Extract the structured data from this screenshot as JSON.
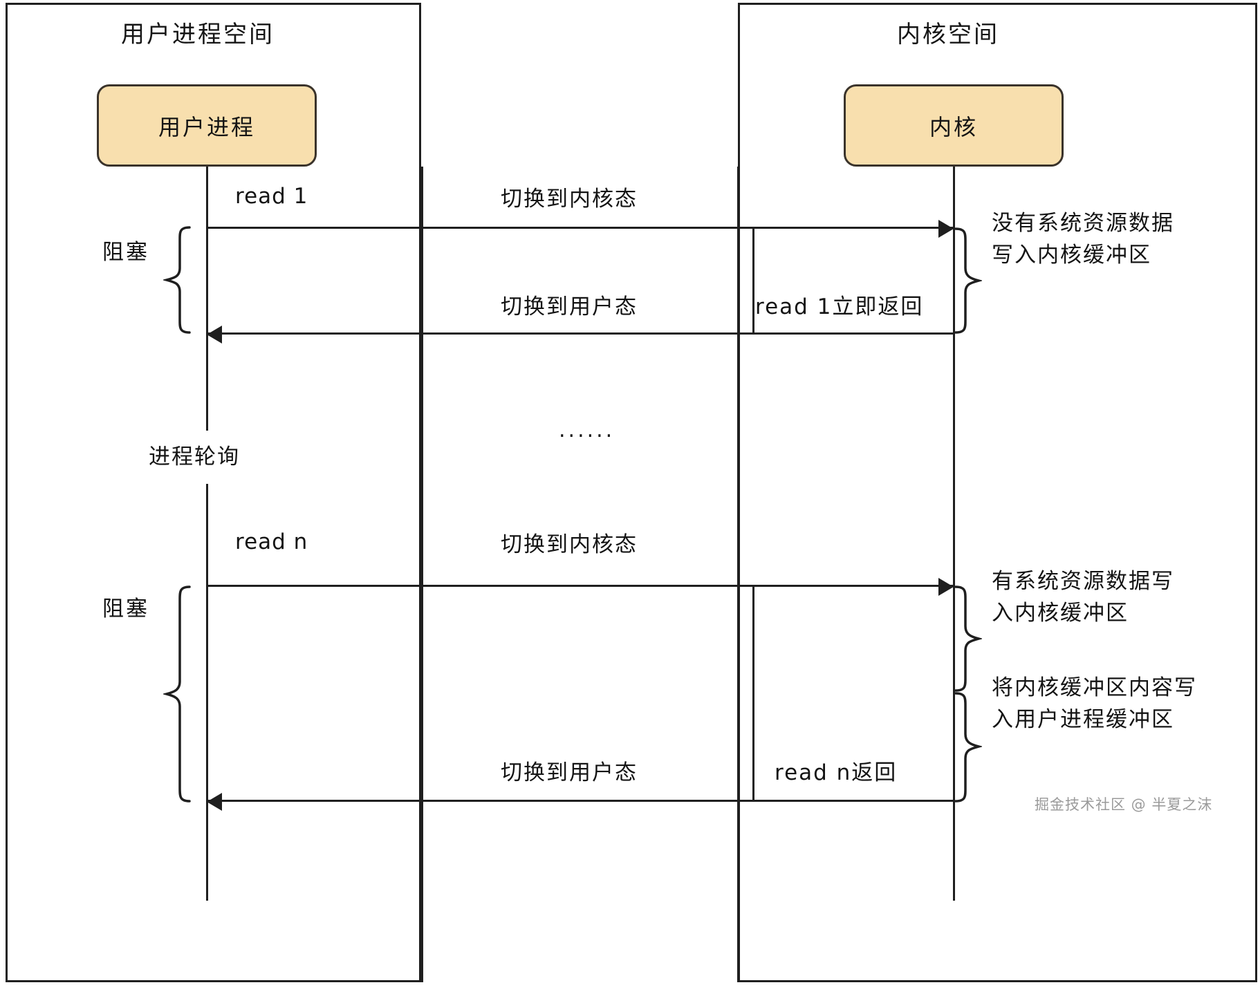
{
  "diagram": {
    "title_user_space": "用户进程空间",
    "title_kernel_space": "内核空间",
    "actor_user": "用户进程",
    "actor_kernel": "内核"
  },
  "messages": {
    "read1": "read 1",
    "switch_to_kernel_1": "切换到内核态",
    "switch_to_user_1": "切换到用户态",
    "read1_return": "read 1立即返回",
    "polling": "进程轮询",
    "ellipsis": "......",
    "readn": "read n",
    "switch_to_kernel_2": "切换到内核态",
    "switch_to_user_2": "切换到用户态",
    "readn_return": "read n返回"
  },
  "braces": {
    "block_1": "阻塞",
    "block_2": "阻塞"
  },
  "notes": {
    "note_1": "没有系统资源数据\n写入内核缓冲区",
    "note_2": "有系统资源数据写\n入内核缓冲区",
    "note_3": "将内核缓冲区内容写\n入用户进程缓冲区"
  },
  "watermark": "掘金技术社区 @ 半夏之沫",
  "colors": {
    "actor_fill": "#f8dfae",
    "actor_stroke": "#3a332b",
    "line": "#1f1f1f",
    "background": "#ffffff",
    "watermark_text": "#9a9a9a"
  }
}
